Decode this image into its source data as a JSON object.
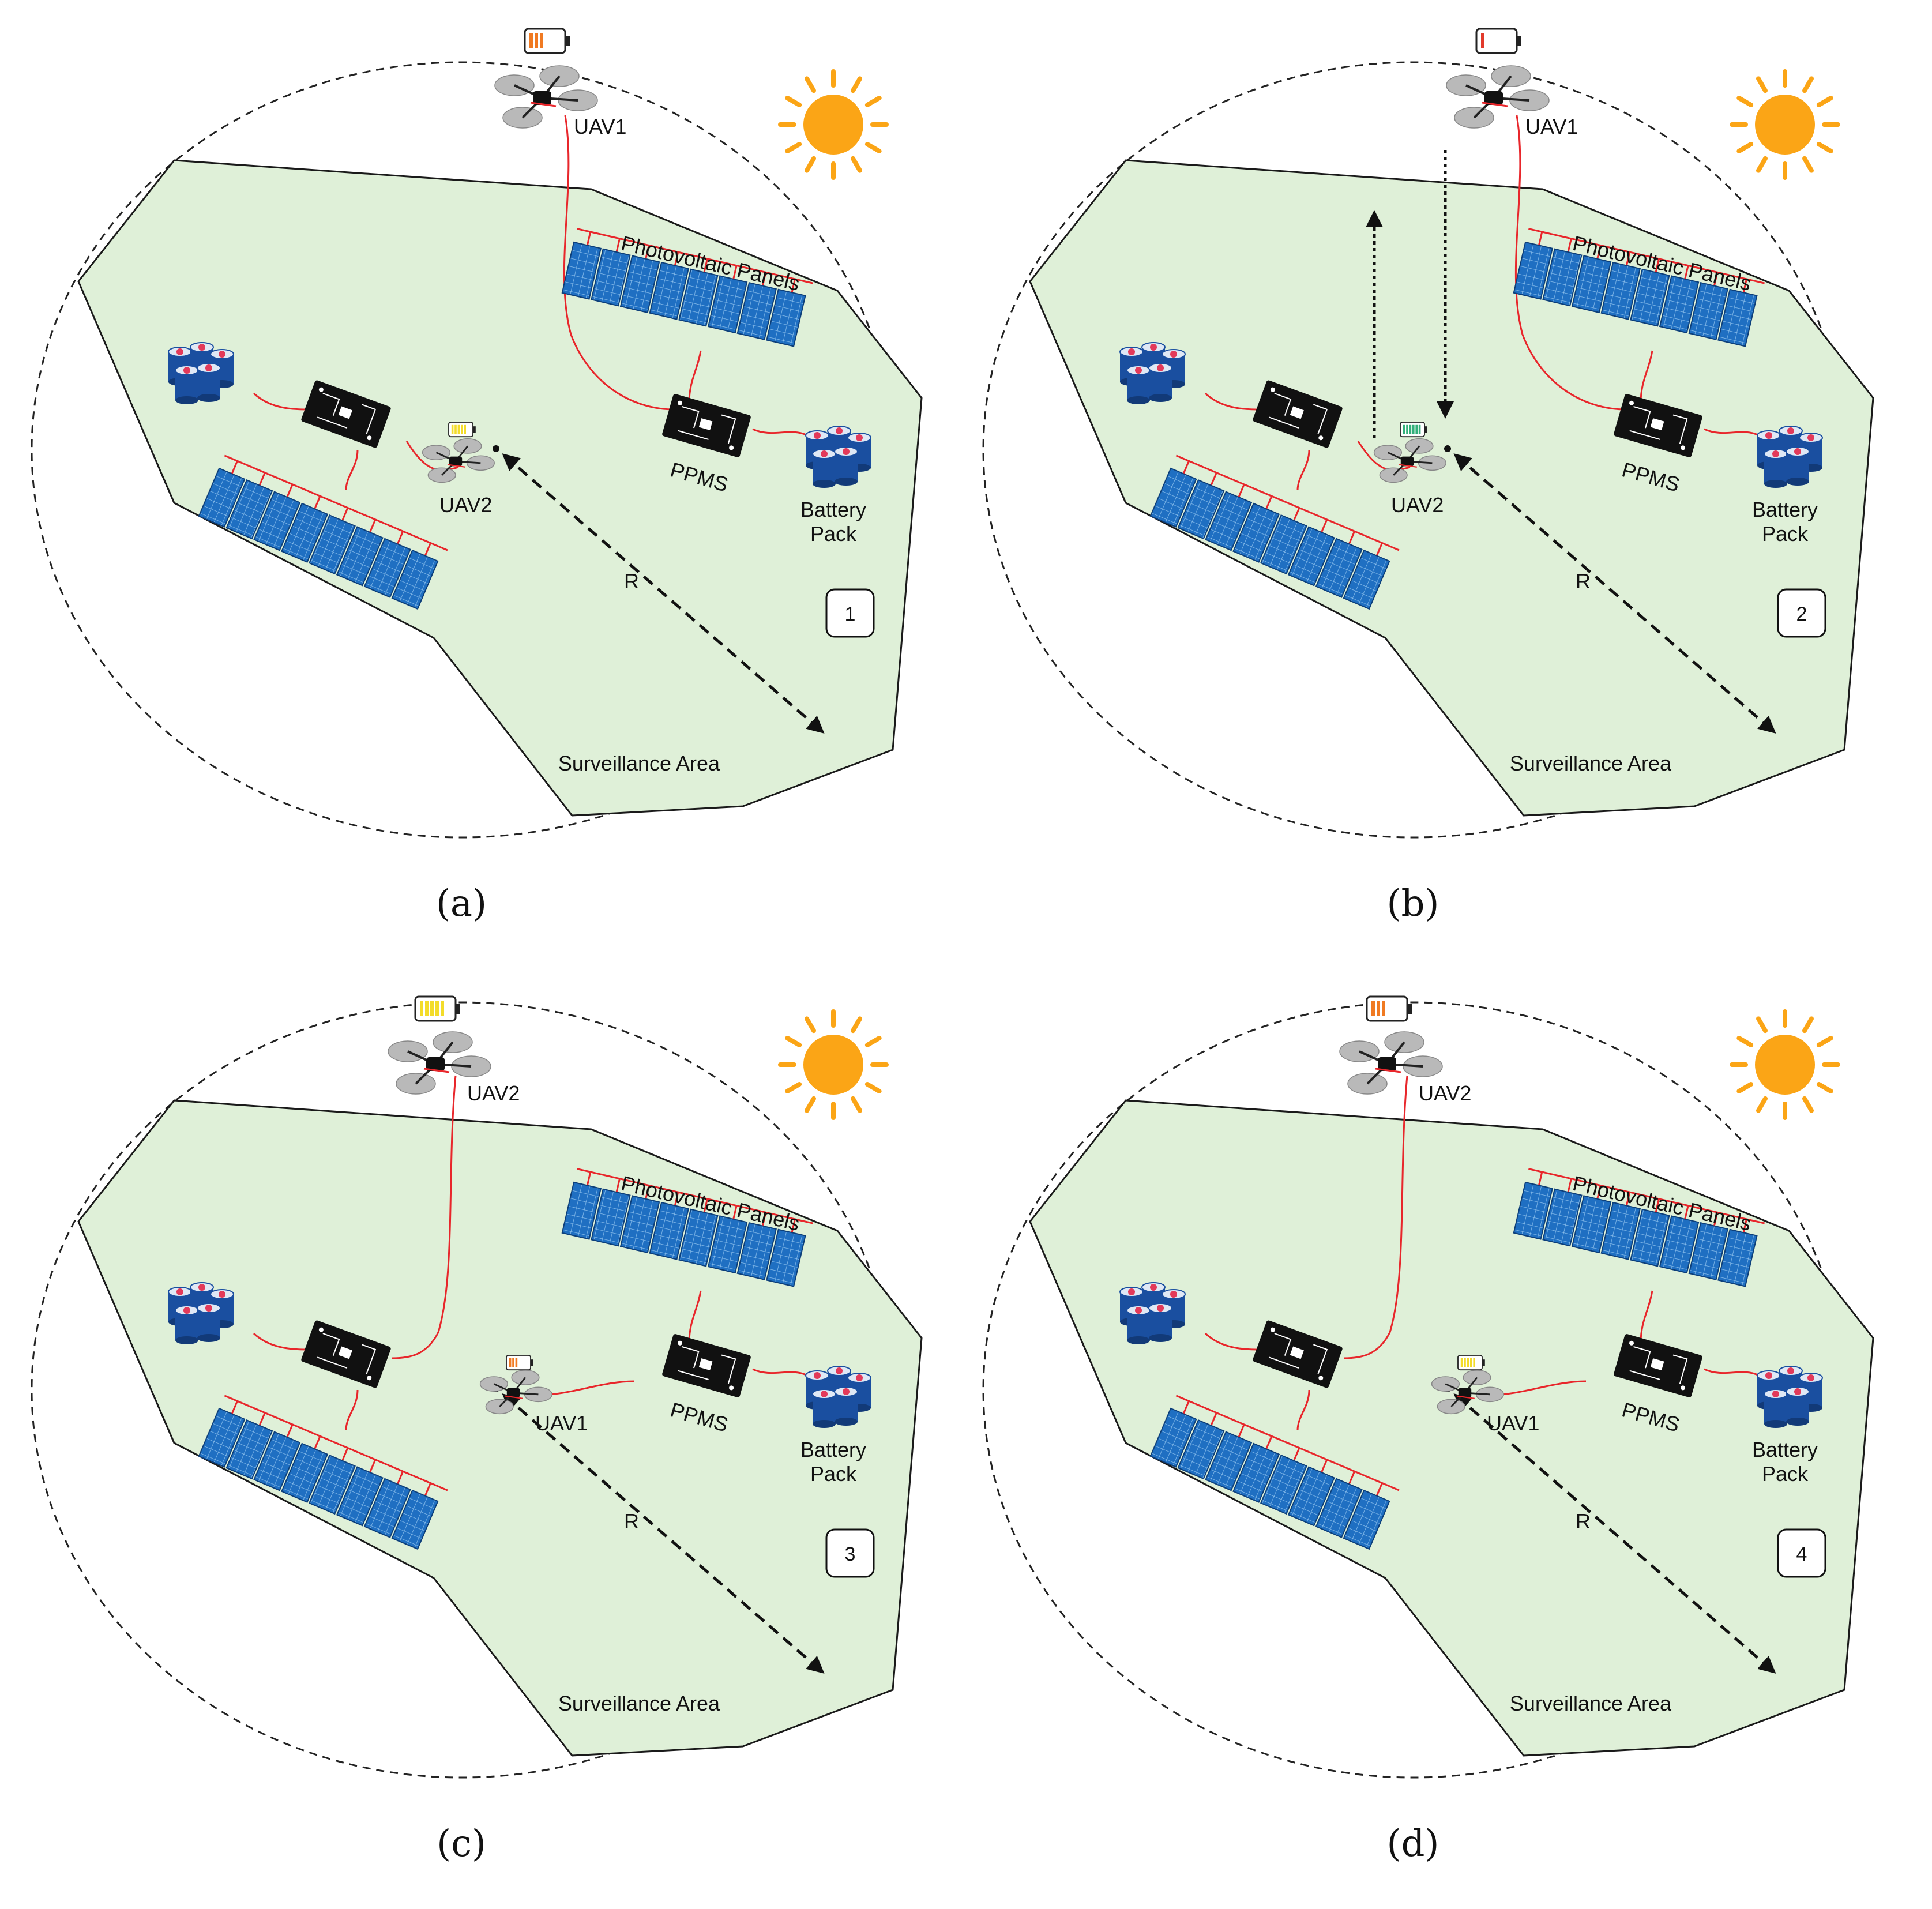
{
  "colors": {
    "area_fill": "#dff0d8",
    "area_stroke": "#1a1a1a",
    "wire": "#e8262b",
    "panel": "#1f6fc2",
    "panel_grid": "#8fc2ee",
    "sun": "#fba516",
    "board": "#111111",
    "battery_pack": "#1a4fa0",
    "battery_cap": "#e23a5a"
  },
  "labels": {
    "surveillance_area": "Surveillance Area",
    "photovoltaic_panels": "Photovoltaic Panels",
    "ppms": "PPMS",
    "battery_line1": "Battery",
    "battery_line2": "Pack",
    "radius": "R"
  },
  "panels": [
    {
      "caption": "(a)",
      "step": "1",
      "top_uav": "UAV1",
      "top_uav_battery": "orange",
      "inner_uav": "UAV2",
      "inner_uav_battery": "yellow",
      "inner_uav_connected_to": "left"
    },
    {
      "caption": "(b)",
      "step": "2",
      "top_uav": "UAV1",
      "top_uav_battery": "red",
      "inner_uav": "UAV2",
      "inner_uav_battery": "green",
      "inner_uav_connected_to": "left"
    },
    {
      "caption": "(c)",
      "step": "3",
      "top_uav": "UAV2",
      "top_uav_battery": "yellow",
      "inner_uav": "UAV1",
      "inner_uav_battery": "orange",
      "inner_uav_connected_to": "right"
    },
    {
      "caption": "(d)",
      "step": "4",
      "top_uav": "UAV2",
      "top_uav_battery": "orange",
      "inner_uav": "UAV1",
      "inner_uav_battery": "yellow",
      "inner_uav_connected_to": "right"
    }
  ]
}
